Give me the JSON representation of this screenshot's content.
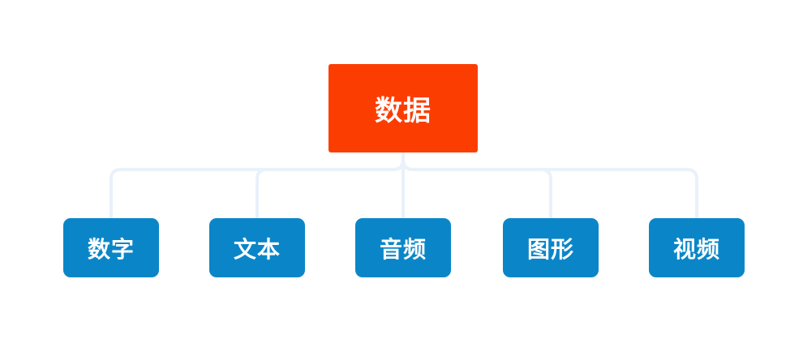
{
  "diagram": {
    "root": {
      "label": "数据"
    },
    "children": [
      {
        "label": "数字"
      },
      {
        "label": "文本"
      },
      {
        "label": "音频"
      },
      {
        "label": "图形"
      },
      {
        "label": "视频"
      }
    ],
    "colors": {
      "background": "#FFFFFF",
      "root_bg": "#FC3D02",
      "child_bg": "#0A86C8",
      "node_text": "#FFFFFF",
      "connector": "#E9F1FB"
    }
  }
}
